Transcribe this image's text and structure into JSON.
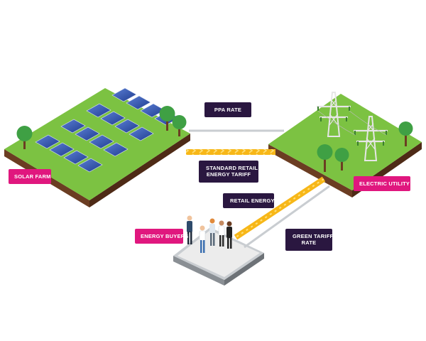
{
  "nodes": {
    "solar_farm": {
      "label": "SOLAR FARM"
    },
    "electric_utility": {
      "label": "ELECTRIC UTILITY"
    },
    "energy_buyers": {
      "label": "ENERGY BUYERS"
    }
  },
  "flows": {
    "ppa_rate": {
      "label": "PPA RATE"
    },
    "standard_retail_tariff": {
      "line1": "STANDARD RETAIL",
      "line2": "ENERGY TARIFF"
    },
    "retail_energy": {
      "label": "RETAIL ENERGY"
    },
    "green_tariff_rate": {
      "line1": "GREEN TARIFF",
      "line2": "RATE"
    }
  },
  "colors": {
    "accent_pink": "#e0177e",
    "label_dark": "#2a1740",
    "grass": "#7cc242",
    "soil": "#6b3d22",
    "energy_flow": "#f7b718",
    "money_line": "#c9cdd1"
  }
}
